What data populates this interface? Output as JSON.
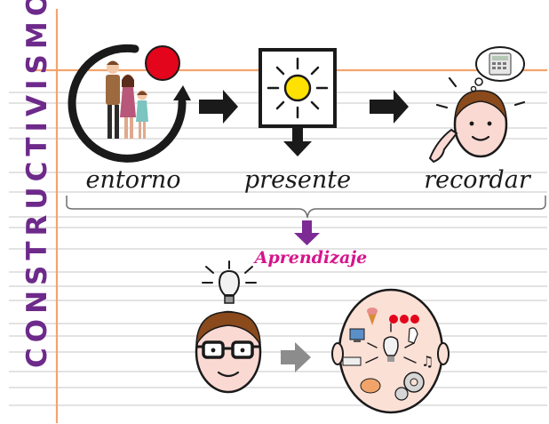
{
  "title": "CONSTRUCTIVISMO",
  "steps": [
    {
      "label": "entorno",
      "icon": "family-cycle-icon"
    },
    {
      "label": "presente",
      "icon": "sun-icon"
    },
    {
      "label": "recordar",
      "icon": "remembering-face-icon"
    }
  ],
  "result": "Aprendizaje",
  "learning": {
    "before_icon": "thinking-person-icon",
    "after_icon": "knowledge-head-icon"
  },
  "colors": {
    "title": "#6d2a8a",
    "result": "#d6148c",
    "down_arrow": "#7d2a95",
    "margin_line": "#f3a46e",
    "notebook_line": "#dadada",
    "sun": "#ffe100",
    "red_dot": "#e3051b"
  }
}
